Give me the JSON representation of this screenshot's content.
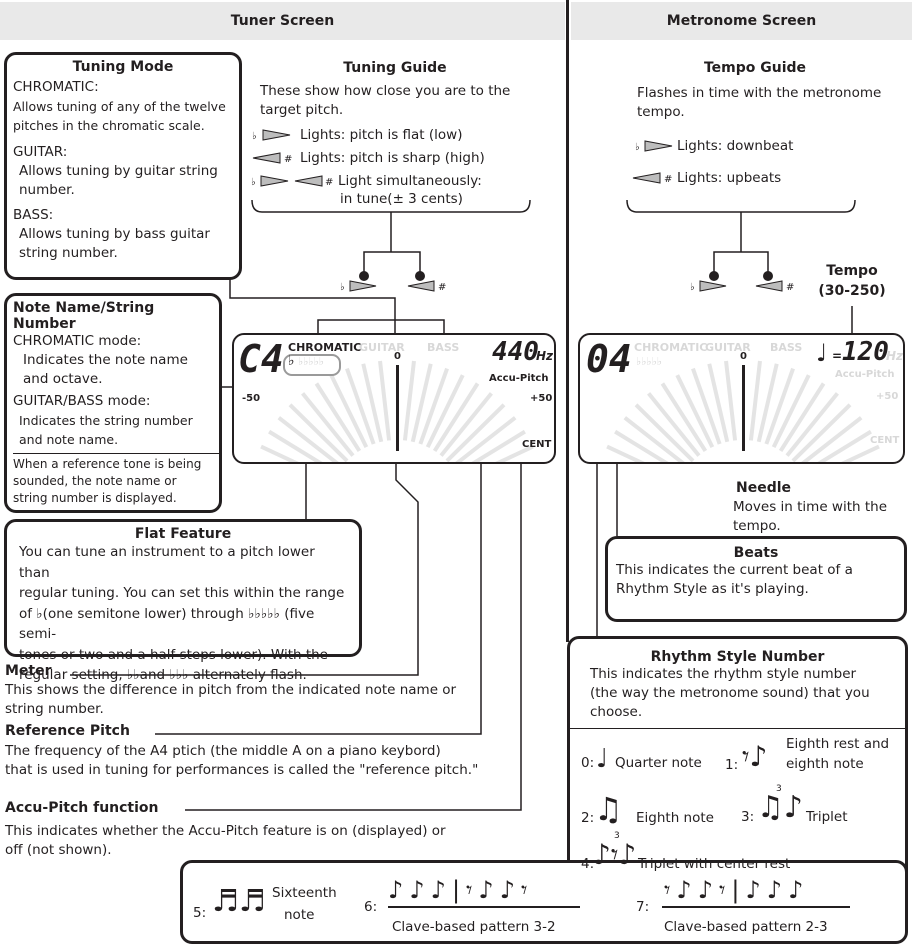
{
  "headers": {
    "tuner": "Tuner Screen",
    "metronome": "Metronome Screen"
  },
  "tuning_mode": {
    "title": "Tuning Mode",
    "chromatic_label": "CHROMATIC:",
    "chromatic_desc": "Allows tuning of any of the twelve pitches in the chromatic scale.",
    "guitar_label": "GUITAR:",
    "guitar_desc": "Allows tuning by guitar string number.",
    "bass_label": "BASS:",
    "bass_desc": "Allows tuning by bass guitar string number."
  },
  "tuning_guide": {
    "title": "Tuning Guide",
    "desc": "These show how close you are to the target pitch.",
    "flat": "Lights: pitch is flat (low)",
    "sharp": "Lights: pitch is sharp (high)",
    "tune1": "Light simultaneously:",
    "tune2": "in tune(± 3 cents)"
  },
  "note_name": {
    "title": "Note Name/String Number",
    "chromatic_label": "CHROMATIC mode:",
    "chromatic_desc": "Indicates the note name and octave.",
    "gb_label": "GUITAR/BASS mode:",
    "gb_desc": "Indicates the string number and note name.",
    "ref": "When a reference tone is being sounded, the note name or string number is displayed."
  },
  "flat_feature": {
    "title": "Flat Feature",
    "l1": "You can tune an instrument to a pitch lower than",
    "l2": "regular tuning. You can set this within the range",
    "l3": "of ♭(one semitone lower) through ♭♭♭♭♭ (five semi-",
    "l4": "tones or two and a half steps lower). With the",
    "l5": "regular setting, ♭♭and ♭♭♭ alternately flash."
  },
  "meter": {
    "title": "Meter",
    "desc": "This shows the difference in pitch from the indicated note name or string number."
  },
  "reference_pitch": {
    "title": "Reference Pitch",
    "l1": "The frequency of the A4 ptich (the middle A on a piano keybord)",
    "l2": "that is used in tuning for performances is called the \"reference pitch.\""
  },
  "accu_pitch": {
    "title": "Accu-Pitch function",
    "l1": "This indicates whether the Accu-Pitch feature is on (displayed) or",
    "l2": "off (not shown)."
  },
  "tempo_guide": {
    "title": "Tempo Guide",
    "desc": "Flashes in time with the metronome tempo.",
    "downbeat": "Lights: downbeat",
    "upbeats": "Lights: upbeats"
  },
  "tempo": {
    "title": "Tempo",
    "range": "(30-250)"
  },
  "needle": {
    "title": "Needle",
    "desc": "Moves in time with the tempo."
  },
  "beats": {
    "title": "Beats",
    "desc": "This indicates the current beat of a Rhythm Style as it's playing."
  },
  "rhythm": {
    "title": "Rhythm Style Number",
    "desc": "This indicates the rhythm style number (the way the metronome sound) that you choose.",
    "s0": "0:",
    "s0_label": "Quarter note",
    "s1": "1:",
    "s1_label_a": "Eighth rest and",
    "s1_label_b": "eighth note",
    "s2": "2:",
    "s2_label": "Eighth note",
    "s3": "3:",
    "s3_label": "Triplet",
    "s4": "4:",
    "s4_label": "Triplet with center rest",
    "s5": "5:",
    "s5_label_a": "Sixteenth",
    "s5_label_b": "note",
    "s6": "6:",
    "s6_label": "Clave-based pattern 3-2",
    "s7": "7:",
    "s7_label": "Clave-based pattern 2-3",
    "triplet_mark": "3"
  },
  "lcd": {
    "chromatic": "CHROMATIC",
    "guitar": "GUITAR",
    "bass": "BASS",
    "note": "C4",
    "freq": "440",
    "hz": "Hz",
    "accu": "Accu-Pitch",
    "minus50": "-50",
    "plus50": "+50",
    "zero": "0",
    "cent": "CENT",
    "flats": "♭♭♭♭♭",
    "flat_single": "♭",
    "metro_num": "04",
    "tempo_val": "120",
    "eq": "="
  },
  "symbols": {
    "flat": "♭",
    "sharp": "#"
  }
}
